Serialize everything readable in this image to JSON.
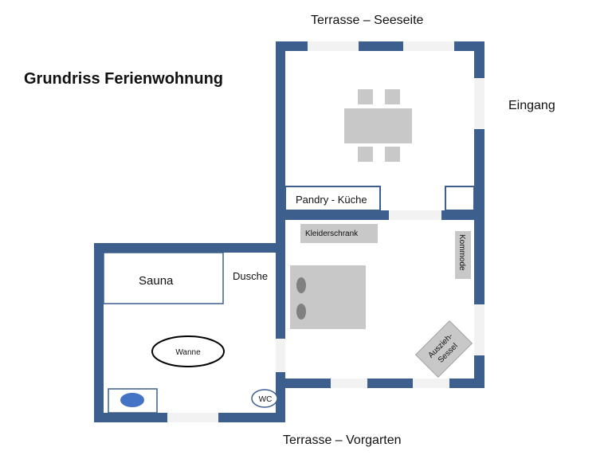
{
  "title": "Grundriss Ferienwohnung",
  "labels": {
    "terrace_lake": "Terrasse – Seeseite",
    "entrance": "Eingang",
    "terrace_garden": "Terrasse – Vorgarten",
    "pantry_kitchen": "Pandry - Küche",
    "wardrobe": "Kleiderschrank",
    "dresser": "Kommode",
    "sofa_bed_line1": "Auszieh-",
    "sofa_bed_line2": "Sessel",
    "sauna": "Sauna",
    "shower": "Dusche",
    "bathtub": "Wanne",
    "wc": "WC"
  },
  "colors": {
    "wall": "#3c5f8e",
    "furniture": "#c8c8c8",
    "furniture_border": "#a0a0a0",
    "sink": "#4472c4",
    "opening": "#f2f2f2"
  }
}
